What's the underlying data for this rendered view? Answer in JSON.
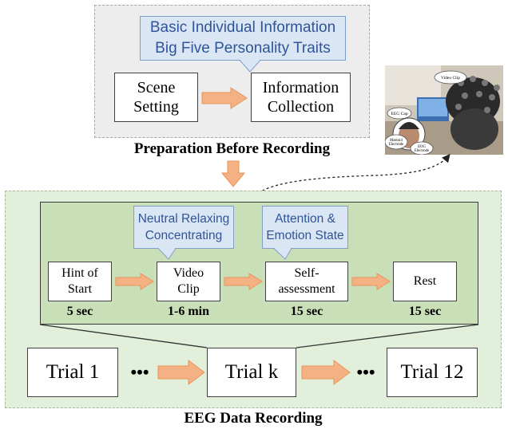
{
  "preparation": {
    "callout_lines": [
      "Basic Individual Information",
      "Big Five Personality Traits"
    ],
    "scene_box": [
      "Scene",
      "Setting"
    ],
    "info_box": [
      "Information",
      "Collection"
    ],
    "label": "Preparation Before Recording"
  },
  "photo": {
    "labels": {
      "video": "Video Clip",
      "eeg_cap": "EEG Cap",
      "mastoid": [
        "Mastoid",
        "Electrode"
      ],
      "eog": [
        "EOG",
        "Electrode"
      ]
    }
  },
  "recording": {
    "label": "EEG Data Recording",
    "callouts": {
      "video": [
        "Neutral Relaxing",
        "Concentrating"
      ],
      "self": [
        "Attention &",
        "Emotion State"
      ]
    },
    "steps": [
      {
        "lines": [
          "Hint of",
          "Start"
        ],
        "duration": "5 sec"
      },
      {
        "lines": [
          "Video",
          "Clip"
        ],
        "duration": "1-6 min"
      },
      {
        "lines": [
          "Self-",
          "assessment"
        ],
        "duration": "15 sec"
      },
      {
        "lines": [
          "Rest"
        ],
        "duration": "15 sec"
      }
    ],
    "trials": [
      "Trial 1",
      "Trial k",
      "Trial 12"
    ],
    "ellipsis": "•••"
  },
  "colors": {
    "arrow_fill": "#f4b183",
    "arrow_stroke": "#e8955b",
    "prep_panel_bg": "#ededed",
    "record_panel_bg": "#e2efda",
    "inner_panel_bg": "#c9dfb8",
    "callout_bg": "#dbe6f5",
    "callout_text": "#2f5597"
  }
}
